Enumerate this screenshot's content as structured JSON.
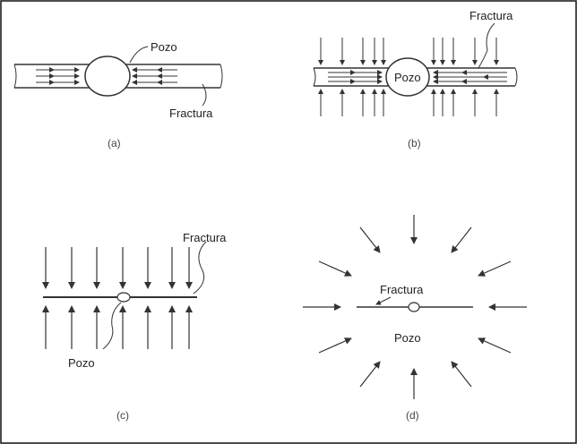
{
  "panels": {
    "a": {
      "caption": "(a)",
      "well_label": "Pozo",
      "fracture_label": "Fractura"
    },
    "b": {
      "caption": "(b)",
      "well_label": "Pozo",
      "fracture_label": "Fractura"
    },
    "c": {
      "caption": "(c)",
      "well_label": "Pozo",
      "fracture_label": "Fractura"
    },
    "d": {
      "caption": "(d)",
      "well_label": "Pozo",
      "fracture_label": "Fractura"
    }
  },
  "colors": {
    "line": "#333333",
    "background": "#ffffff",
    "border": "#111111"
  }
}
